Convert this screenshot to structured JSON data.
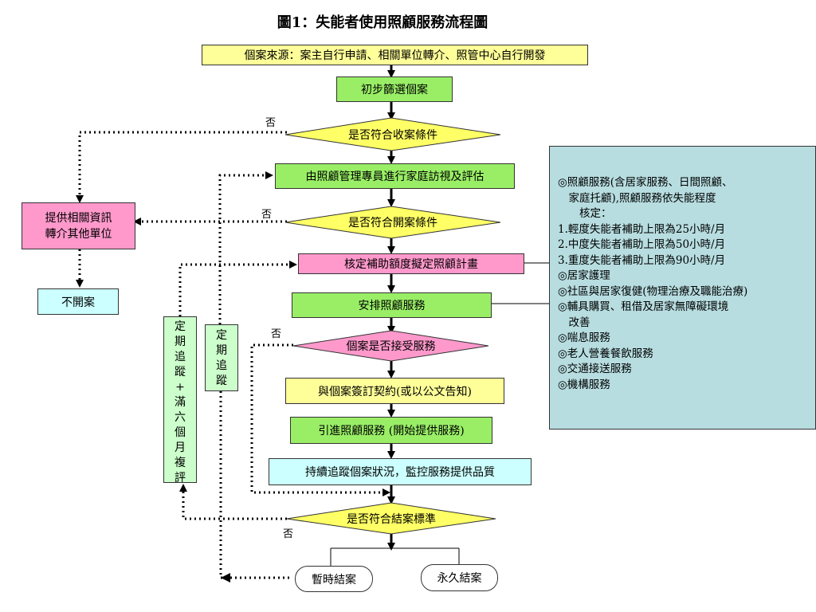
{
  "title": "圖1：失能者使用照顧服務流程圖",
  "nodes": {
    "source": "個案來源：案主自行申請、相關單位轉介、照管中心自行開發",
    "screen": "初步篩選個案",
    "d_accept": "是否符合收案條件",
    "visit": "由照顧管理專員進行家庭訪視及評估",
    "d_open": "是否符合開案條件",
    "plan": "核定補助額度擬定照顧計畫",
    "arrange": "安排照顧服務",
    "d_service": "個案是否接受服務",
    "contract": "與個案簽訂契約(或以公文告知)",
    "introduce": "引進照顧服務 (開始提供服務)",
    "monitor": "持續追蹤個案狀況，監控服務提供品質",
    "d_close": "是否符合結案標準",
    "temp_close": "暫時結案",
    "perm_close": "永久結案",
    "refer": [
      "提供相關資訊",
      "轉介其他單位"
    ],
    "not_open": "不開案",
    "track_review": [
      "定",
      "期",
      "追",
      "蹤",
      "+",
      "滿",
      "六",
      "個",
      "月",
      "複",
      "評"
    ],
    "track": [
      "定",
      "期",
      "追",
      "蹤"
    ]
  },
  "no_label": "否",
  "services": [
    "◎照顧服務(含居家服務、日間照顧、",
    "　家庭托顧),照顧服務依失能程度",
    "　　核定：",
    " 1.輕度失能者補助上限為25小時/月",
    " 2.中度失能者補助上限為50小時/月",
    " 3.重度失能者補助上限為90小時/月",
    "◎居家護理",
    "◎社區與居家復健(物理治療及職能治療)",
    "◎輔具購買、租借及居家無障礙環境",
    "　改善",
    "◎喘息服務",
    "◎老人營養餐飲服務",
    "◎交通接送服務",
    "◎機構服務"
  ],
  "colors": {
    "yellow": "#ffff99",
    "green": "#99ee66",
    "pink": "#ff99cc",
    "cyan": "#ccffff",
    "light_green": "#ccffcc",
    "side_panel": "#b7dde0"
  }
}
